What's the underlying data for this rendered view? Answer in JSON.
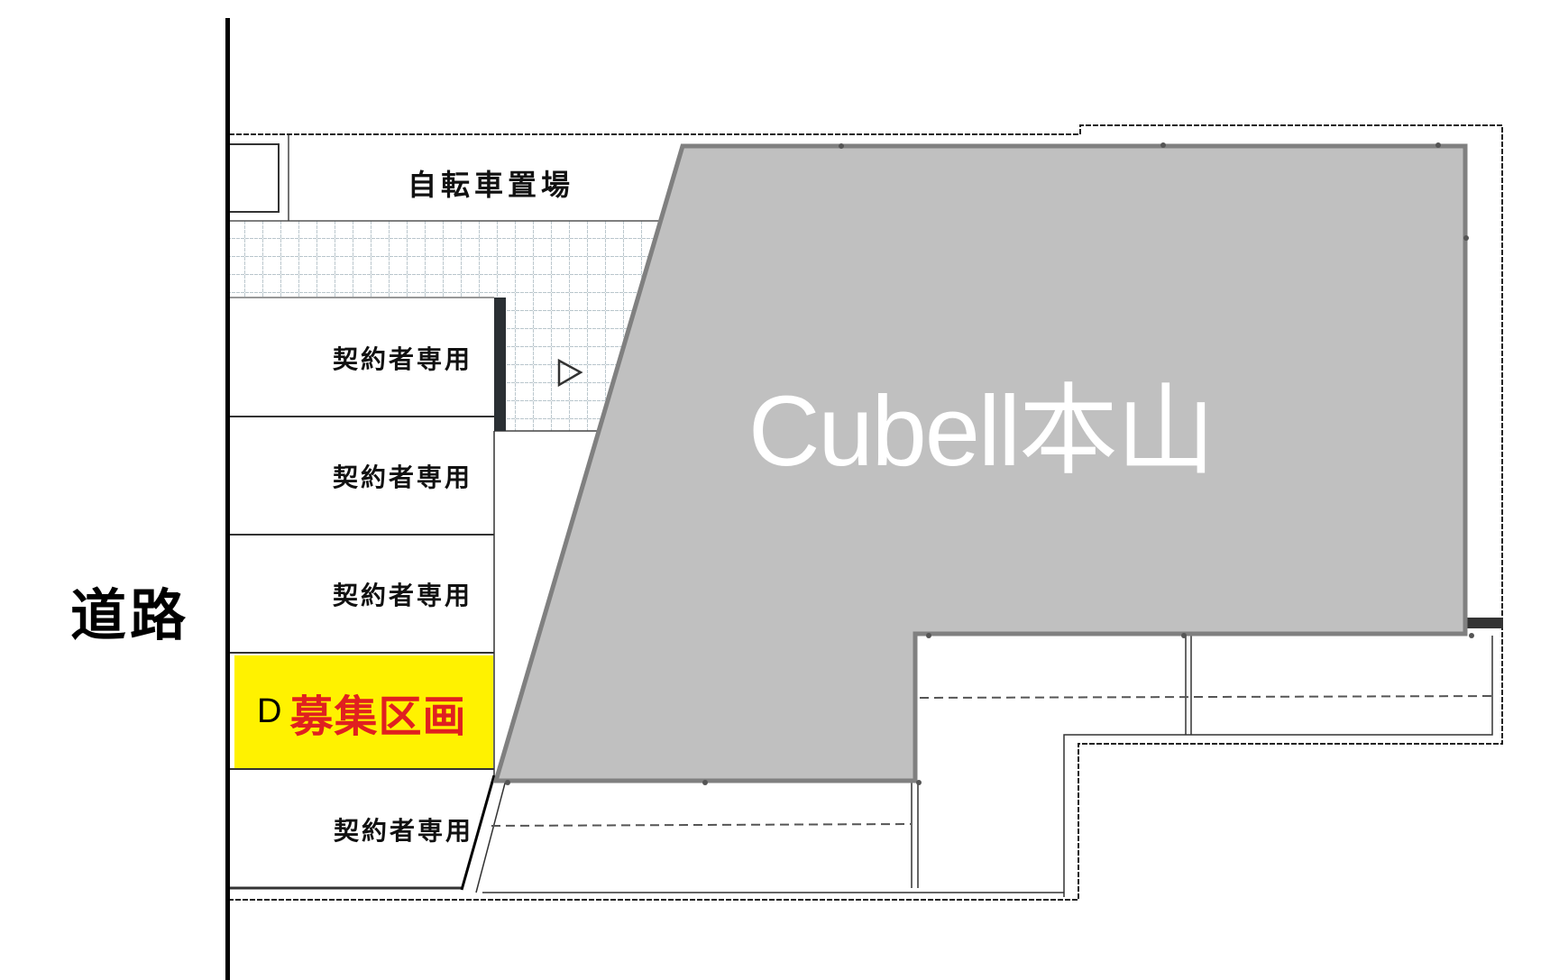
{
  "road": {
    "label": "道路"
  },
  "bicycle_parking": {
    "label": "自転車置場"
  },
  "building": {
    "name": "Cubell本山",
    "fill": "#c0c0c0",
    "stroke": "#808080"
  },
  "parking_spaces": [
    {
      "label": "契約者専用",
      "status": "contracted"
    },
    {
      "label": "契約者専用",
      "status": "contracted"
    },
    {
      "label": "契約者専用",
      "status": "contracted"
    },
    {
      "prefix": "D",
      "label": "募集区画",
      "status": "available",
      "highlight": "#fff200",
      "text_color": "#e02020"
    },
    {
      "label": "契約者専用",
      "status": "contracted"
    }
  ],
  "direction_marker": {
    "icon": "triangle-right-icon"
  }
}
